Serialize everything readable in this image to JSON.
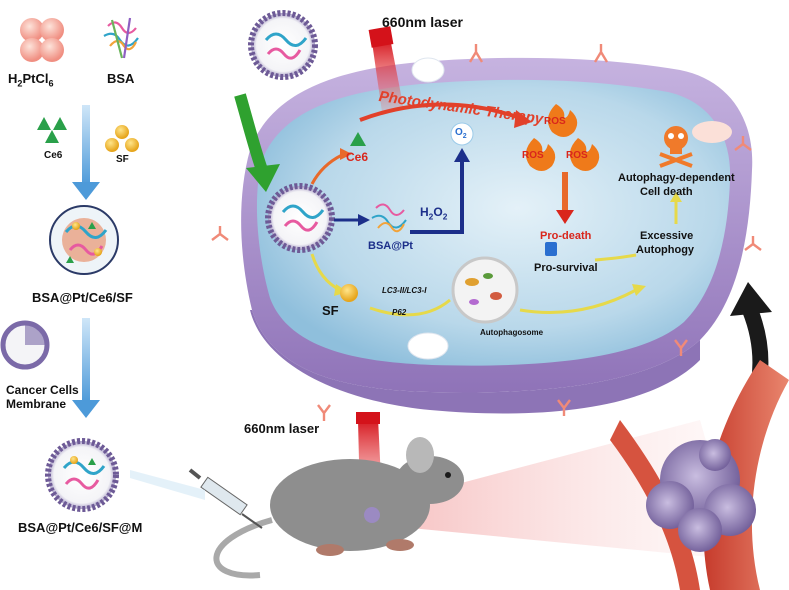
{
  "left_panel": {
    "h2ptcl6": {
      "main": "H",
      "s1": "2",
      "mid": "PtCl",
      "s2": "6"
    },
    "bsa": "BSA",
    "ce6": "Ce6",
    "sf": "SF",
    "bsa_pt_ce6_sf": "BSA@Pt/Ce6/SF",
    "cancer_cells_membrane_1": "Cancer Cells",
    "cancer_cells_membrane_2": "Membrane",
    "bsa_pt_ce6_sf_m": "BSA@Pt/Ce6/SF@M"
  },
  "cell": {
    "laser_top": "660nm laser",
    "photodynamic_therapy": "Photodynamic Therapy",
    "ce6": "Ce6",
    "o2": "O",
    "o2_sub": "2",
    "h2o2": {
      "a": "H",
      "s1": "2",
      "b": "O",
      "s2": "2"
    },
    "bsa_pt": "BSA@Pt",
    "ros": [
      "ROS",
      "ROS",
      "ROS"
    ],
    "pro_death": "Pro-death",
    "pro_survival": "Pro-survival",
    "autophagy_cell_death_1": "Autophagy-dependent",
    "autophagy_cell_death_2": "Cell death",
    "excessive_1": "Excessive",
    "excessive_2": "Autophogy",
    "sf": "SF",
    "lc3": "LC3-II/LC3-I",
    "p62": "P62",
    "autophagosome": "Autophagosome"
  },
  "bottom": {
    "laser_bottom": "660nm laser"
  },
  "colors": {
    "blue_arrow": "#7ab6e6",
    "green_arrow": "#2fa12f",
    "orange_arrow": "#e8692a",
    "yellow_arrow": "#e6d94a",
    "navy_arrow": "#1c2f8a",
    "cell_membrane": "#a98fc9",
    "cell_interior": "#b8d6e8",
    "pro_death_red": "#d9261c",
    "pdt_red": "#e2402a"
  }
}
